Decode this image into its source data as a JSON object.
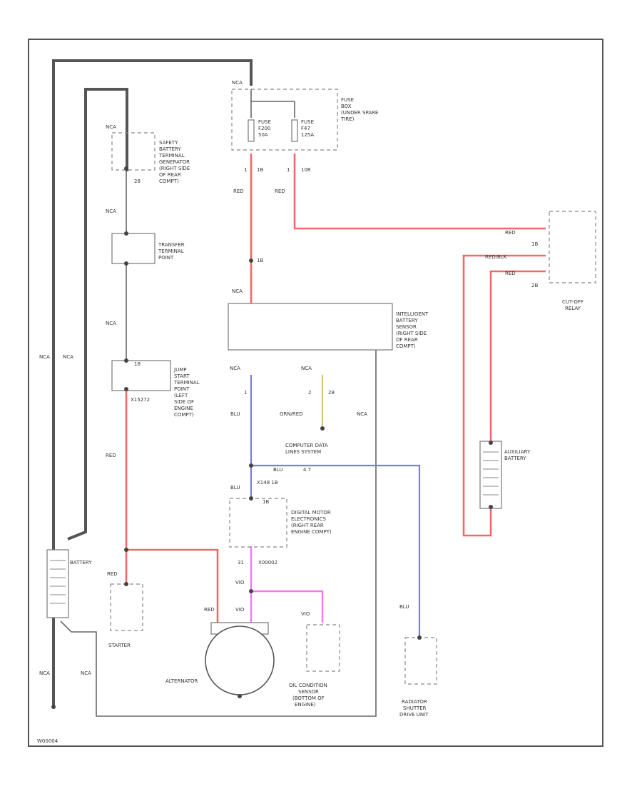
{
  "colors": {
    "red_wire": "#f06a6a",
    "blue_wire": "#7a7aee",
    "pink_wire": "#f07af0",
    "yellow_wire": "#d8c080",
    "ground_wire": "#555555"
  },
  "labels": {
    "nca": "NCA",
    "nca_left1": "NCA",
    "nca_left2": "NCA",
    "nca_bottom": "NCA",
    "nca_bottom2": "NCA",
    "nca_mid": "NCA",
    "safety_terminal": [
      "SAFETY",
      "BATTERY",
      "TERMINAL",
      "GENERATOR",
      "(RIGHT SIDE",
      "OF REAR",
      "COMPT)"
    ],
    "safety_pin": "28",
    "transfer_point": [
      "TRANSFER",
      "TERMINAL",
      "POINT"
    ],
    "jump_start": [
      "JUMP",
      "START",
      "TERMINAL",
      "POINT",
      "(LEFT",
      "SIDE OF",
      "ENGINE",
      "COMPT)"
    ],
    "jump_pin": "18",
    "x15272": "X15272",
    "red": "RED",
    "battery": "BATTERY",
    "starter": "STARTER",
    "alternator": "ALTERNATOR",
    "fuse_box": [
      "FUSE",
      "BOX",
      "(UNDER SPARE",
      "TIRE)"
    ],
    "fuse1": [
      "FUSE",
      "F200",
      "50A"
    ],
    "fuse2": [
      "FUSE",
      "F47",
      "125A"
    ],
    "pin1": "1",
    "pin_1b": "1B",
    "pin_108": "108",
    "pin_1": "1",
    "pin_1c": "1B",
    "ibs": [
      "INTELLIGENT",
      "BATTERY",
      "SENSOR",
      "(RIGHT SIDE",
      "OF REAR",
      "COMPT)"
    ],
    "ibs_pin1": "1",
    "ibs_pin2": "2",
    "ibs_pin28": "28",
    "gnwred": "GRN/RED",
    "blu": "BLU",
    "computer_data": [
      "COMPUTER DATA",
      "LINES SYSTEM"
    ],
    "data_pins": [
      "BLU",
      "4 7"
    ],
    "x148": "X148 1B",
    "dme": [
      "DIGITAL MOTOR",
      "ELECTRONICS",
      "(RIGHT REAR",
      "ENGINE COMPT)"
    ],
    "dme_pin": "1B",
    "x00002": "X00002",
    "pin_31": "31",
    "vio1": "VIO",
    "vio2": "VIO",
    "vio3": "VIO",
    "oil_sensor": [
      "OIL CONDITION",
      "SENSOR",
      "(BOTTOM OF",
      "ENGINE)"
    ],
    "radiator": [
      "RADIATOR",
      "SHUTTER",
      "DRIVE UNIT"
    ],
    "blu_rad": "BLU",
    "cutoff": [
      "CUT-OFF",
      "RELAY"
    ],
    "cut_red": "RED",
    "cut_pin1": "1B",
    "cut_redblk": "RED/BLK",
    "cut_red2": "RED",
    "cut_pin2": "2B",
    "aux_battery": [
      "AUXILIARY",
      "BATTERY"
    ],
    "footer_code": "W00004"
  }
}
